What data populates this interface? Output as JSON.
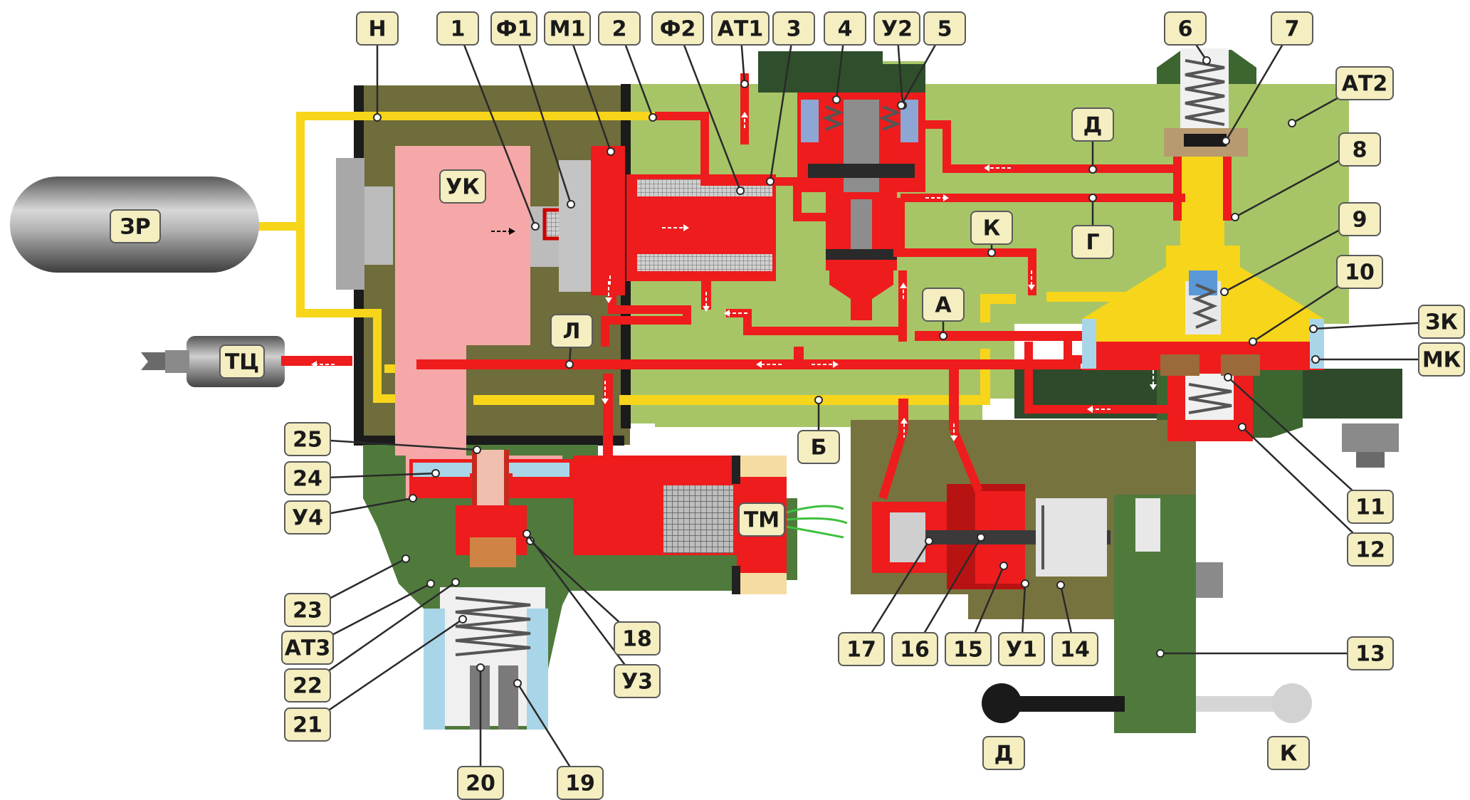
{
  "labels": [
    {
      "id": "H",
      "text": "Н"
    },
    {
      "id": "1",
      "text": "1"
    },
    {
      "id": "F1",
      "text": "Ф1"
    },
    {
      "id": "M1",
      "text": "М1"
    },
    {
      "id": "2",
      "text": "2"
    },
    {
      "id": "F2",
      "text": "Ф2"
    },
    {
      "id": "AT1",
      "text": "АТ1"
    },
    {
      "id": "3",
      "text": "3"
    },
    {
      "id": "4",
      "text": "4"
    },
    {
      "id": "U2",
      "text": "У2"
    },
    {
      "id": "5",
      "text": "5"
    },
    {
      "id": "6",
      "text": "6"
    },
    {
      "id": "7",
      "text": "7"
    },
    {
      "id": "AT2",
      "text": "АТ2"
    },
    {
      "id": "D_top",
      "text": "Д"
    },
    {
      "id": "8",
      "text": "8"
    },
    {
      "id": "G",
      "text": "Г"
    },
    {
      "id": "K_mid",
      "text": "К"
    },
    {
      "id": "9",
      "text": "9"
    },
    {
      "id": "10",
      "text": "10"
    },
    {
      "id": "ZK",
      "text": "ЗК"
    },
    {
      "id": "MK",
      "text": "МК"
    },
    {
      "id": "A",
      "text": "А"
    },
    {
      "id": "UK",
      "text": "УК"
    },
    {
      "id": "ZR",
      "text": "ЗР"
    },
    {
      "id": "TC",
      "text": "ТЦ"
    },
    {
      "id": "L",
      "text": "Л"
    },
    {
      "id": "B",
      "text": "Б"
    },
    {
      "id": "TM",
      "text": "ТМ"
    },
    {
      "id": "11",
      "text": "11"
    },
    {
      "id": "12",
      "text": "12"
    },
    {
      "id": "13",
      "text": "13"
    },
    {
      "id": "25",
      "text": "25"
    },
    {
      "id": "24",
      "text": "24"
    },
    {
      "id": "U4",
      "text": "У4"
    },
    {
      "id": "23",
      "text": "23"
    },
    {
      "id": "AT3",
      "text": "АТ3"
    },
    {
      "id": "22",
      "text": "22"
    },
    {
      "id": "21",
      "text": "21"
    },
    {
      "id": "18",
      "text": "18"
    },
    {
      "id": "U3",
      "text": "У3"
    },
    {
      "id": "20",
      "text": "20"
    },
    {
      "id": "19",
      "text": "19"
    },
    {
      "id": "17",
      "text": "17"
    },
    {
      "id": "16",
      "text": "16"
    },
    {
      "id": "15",
      "text": "15"
    },
    {
      "id": "U1",
      "text": "У1"
    },
    {
      "id": "14",
      "text": "14"
    },
    {
      "id": "D_handle",
      "text": "Д"
    },
    {
      "id": "K_handle",
      "text": "К"
    }
  ],
  "colors": {
    "pressure_red": "#ee1c1c",
    "supply_yellow": "#f7d51a",
    "body_olive": "#6b6b3a",
    "body_light_green": "#a8c86a",
    "body_dark_green": "#4f7a3c",
    "chamber_pink": "#f6a8a8",
    "label_fill": "#f4eec0"
  }
}
